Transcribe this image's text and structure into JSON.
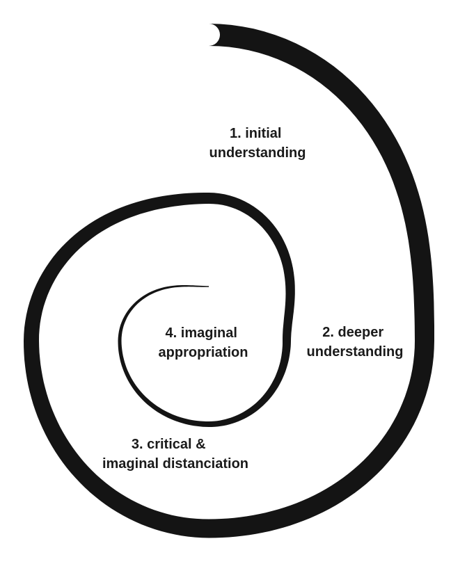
{
  "diagram": {
    "stages": [
      {
        "lines": [
          "1. initial",
          "understanding"
        ]
      },
      {
        "lines": [
          "2. deeper",
          "understanding"
        ]
      },
      {
        "lines": [
          "3. critical &",
          "imaginal distanciation"
        ]
      },
      {
        "lines": [
          "4. imaginal",
          "appropriation"
        ]
      }
    ]
  },
  "colors": {
    "spiral": "#141414",
    "text": "#1a1a1a",
    "background": "#ffffff"
  }
}
